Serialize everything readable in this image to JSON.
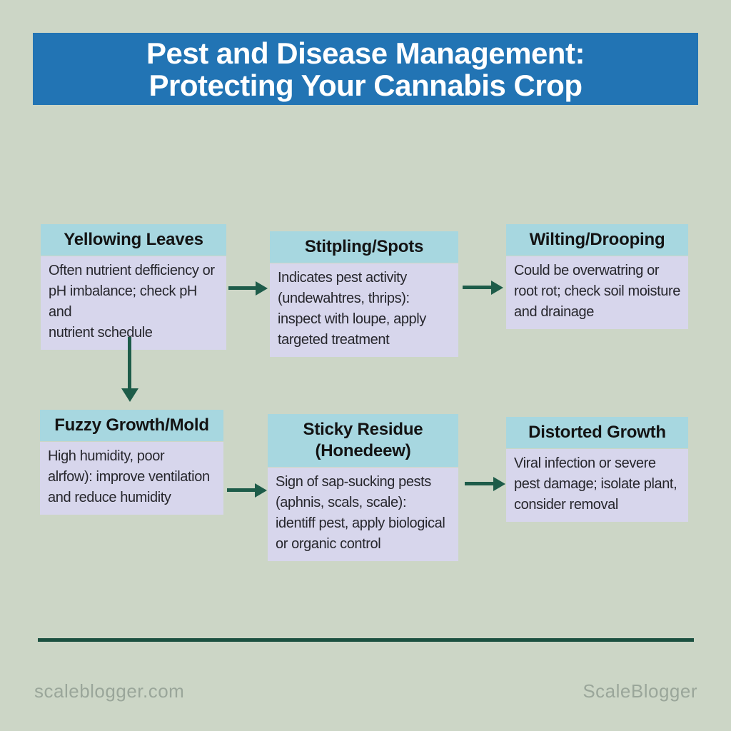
{
  "title": {
    "line1": "Pest and Disease Management:",
    "line2": "Protecting Your Cannabis Crop"
  },
  "flowchart": {
    "boxes": [
      {
        "header": "Yellowing Leaves",
        "body": "Often nutrient defficiency or\npH imbalance; check pH and\nnutrient schedule"
      },
      {
        "header": "Stitpling/Spots",
        "body": "Indicates pest activity\n(undewahtres, thrips):\ninspect with loupe, apply\ntargeted treatment"
      },
      {
        "header": "Wilting/Drooping",
        "body": "Could be overwatring or\nroot rot; check soil moisture\nand drainage"
      },
      {
        "header": "Fuzzy Growth/Mold",
        "body": "High humidity, poor\nalrfow): improve ventilation\nand reduce humidity"
      },
      {
        "header": "Sticky Residue (Honedeew)",
        "body": "Sign of sap-sucking pests\n(aphnis, scals, scale):\nidentiff pest, apply biological\nor organic control"
      },
      {
        "header": "Distorted Growth",
        "body": "Viral infection or severe\npest damage; isolate plant,\nconsider removal"
      }
    ]
  },
  "footer": {
    "site": "scaleblogger.com",
    "brand": "ScaleBlogger"
  },
  "colors": {
    "background": "#ccd6c6",
    "banner": "#2274b4",
    "title_text": "#ffffff",
    "box_header": "#a7d7e0",
    "box_body": "#d7d6ec",
    "arrow": "#1d5c49",
    "footer_rule": "#1b5040",
    "footer_text": "#9aa69a"
  }
}
